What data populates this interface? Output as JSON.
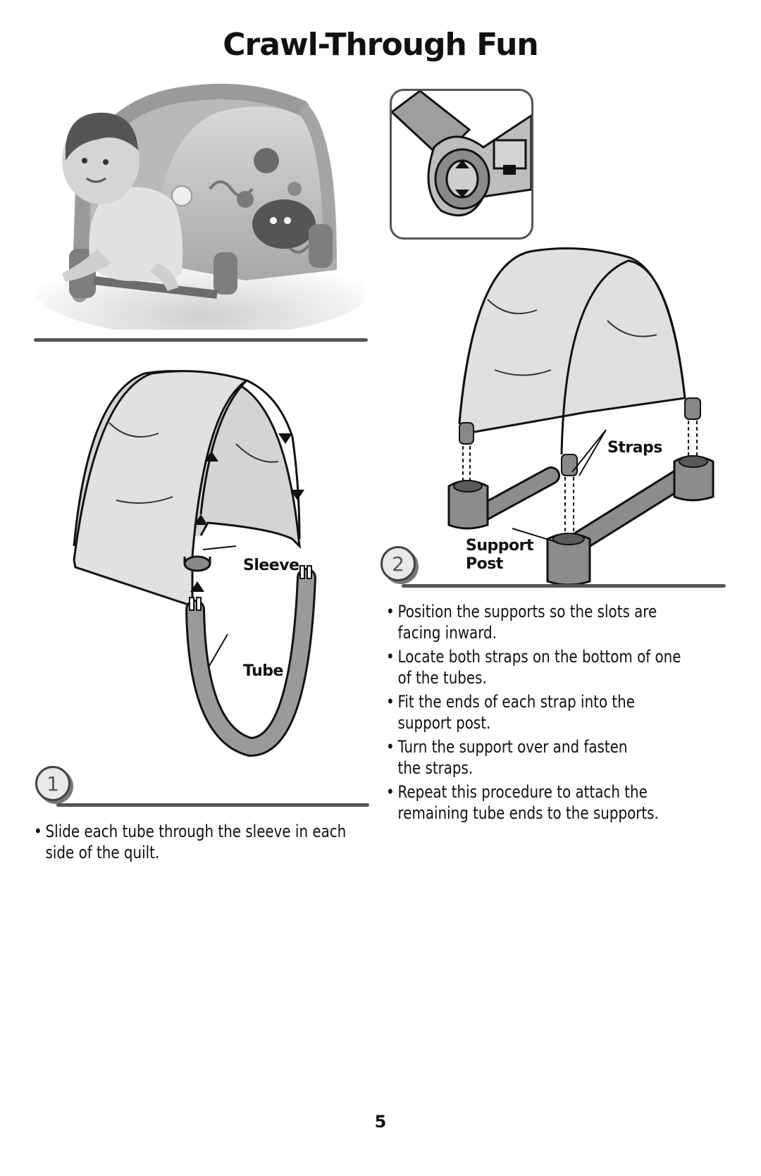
{
  "page": {
    "title": "Crawl-Through Fun",
    "page_number": "5"
  },
  "photo": {
    "image": "baby-crawling-through-tunnel-photo"
  },
  "detail": {
    "image": "tube-end-clip-detail"
  },
  "step1": {
    "number": "1",
    "labels": {
      "sleeve": "Sleeve",
      "tube": "Tube"
    },
    "instructions": [
      "Slide each tube through the sleeve in each side of the quilt."
    ]
  },
  "step2": {
    "number": "2",
    "labels": {
      "straps": "Straps",
      "support_post": "Support\nPost"
    },
    "instructions": [
      "Position the supports so the slots are\nfacing inward.",
      "Locate both straps on the bottom of one\nof the tubes.",
      "Fit the ends of each strap into the\nsupport post.",
      "Turn the support over and fasten\nthe straps.",
      "Repeat this procedure to attach the\nremaining tube ends to the supports."
    ]
  }
}
